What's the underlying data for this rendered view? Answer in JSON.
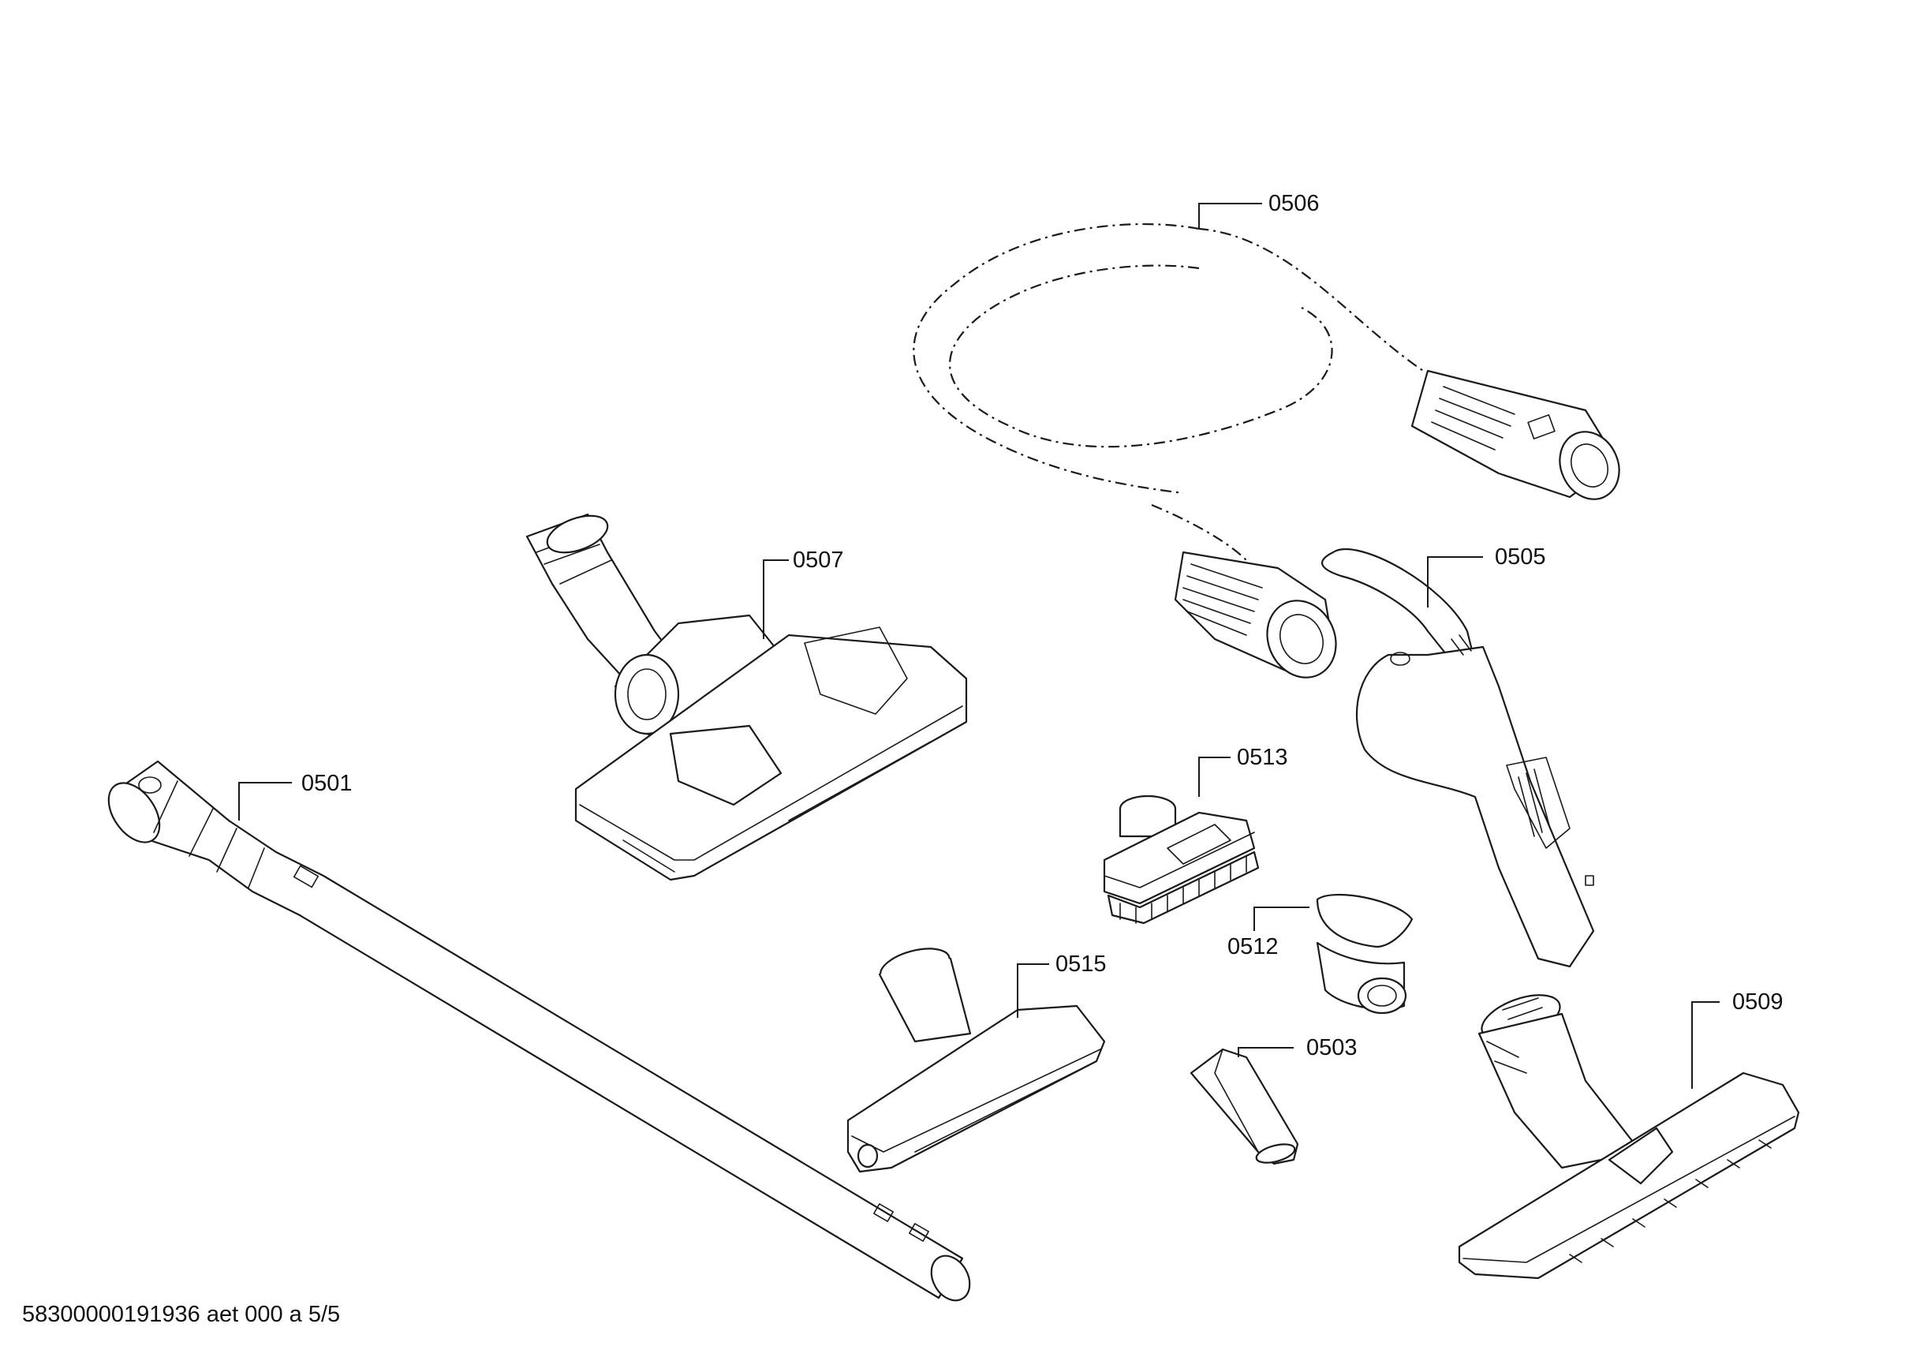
{
  "parts": [
    {
      "id": "0501",
      "icon": "telescopic-tube-icon"
    },
    {
      "id": "0503",
      "icon": "crevice-nozzle-icon"
    },
    {
      "id": "0505",
      "icon": "hose-handle-icon"
    },
    {
      "id": "0506",
      "icon": "suction-hose-icon"
    },
    {
      "id": "0507",
      "icon": "floor-nozzle-icon"
    },
    {
      "id": "0509",
      "icon": "parquet-nozzle-icon"
    },
    {
      "id": "0512",
      "icon": "accessory-clip-icon"
    },
    {
      "id": "0513",
      "icon": "upholstery-brush-icon"
    },
    {
      "id": "0515",
      "icon": "upholstery-nozzle-icon"
    }
  ],
  "footer": {
    "code": "58300000191936 aet 000 a 5/5"
  },
  "colors": {
    "line": "#1a1a1a",
    "background": "#ffffff"
  }
}
